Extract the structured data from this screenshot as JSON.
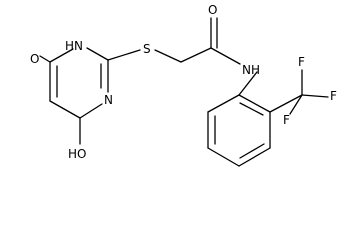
{
  "molecule": {
    "atoms": [
      {
        "id": "o-keto",
        "text": "O"
      },
      {
        "id": "n-h-ring",
        "text": "N"
      },
      {
        "id": "h-on-ring-n",
        "text": "H"
      },
      {
        "id": "s-thioether",
        "text": "S"
      },
      {
        "id": "n-ring",
        "text": "N"
      },
      {
        "id": "ho-hydroxyl",
        "text": "HO"
      },
      {
        "id": "o-amide",
        "text": "O"
      },
      {
        "id": "nh-amide",
        "text": "NH"
      },
      {
        "id": "f-top",
        "text": "F"
      },
      {
        "id": "f-right",
        "text": "F"
      },
      {
        "id": "f-left",
        "text": "F"
      }
    ]
  },
  "colors": {
    "ink": "#000000",
    "background": "#ffffff"
  }
}
